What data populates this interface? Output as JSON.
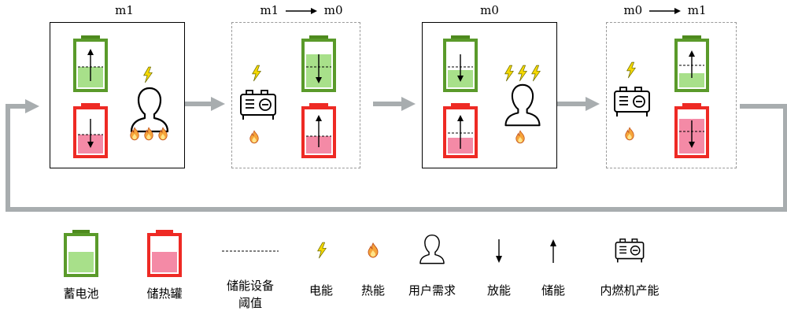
{
  "modes": [
    "m1",
    "m1",
    "m0",
    "m0",
    "m0",
    "m1"
  ],
  "legend": {
    "battery": "蓄电池",
    "heat_tank": "储热罐",
    "threshold_line1": "储能设备",
    "threshold_line2": "阈值",
    "electric": "电能",
    "thermal": "热能",
    "user_demand": "用户需求",
    "discharge": "放能",
    "charge": "储能",
    "engine": "内燃机产能"
  },
  "colors": {
    "battery_border": "#5a9a2a",
    "battery_cap": "#4e8a1e",
    "battery_fill": "#a8e08a",
    "heat_border": "#ee2a24",
    "heat_fill": "#f48aa6",
    "flow_arrow": "#a8adaf",
    "lightning": "#f5d800",
    "flame": "#f29a2a"
  },
  "icons": [
    "battery-icon",
    "heat-tank-icon",
    "lightning-icon",
    "flame-icon",
    "user-icon",
    "engine-icon",
    "arrow-up-icon",
    "arrow-down-icon"
  ]
}
